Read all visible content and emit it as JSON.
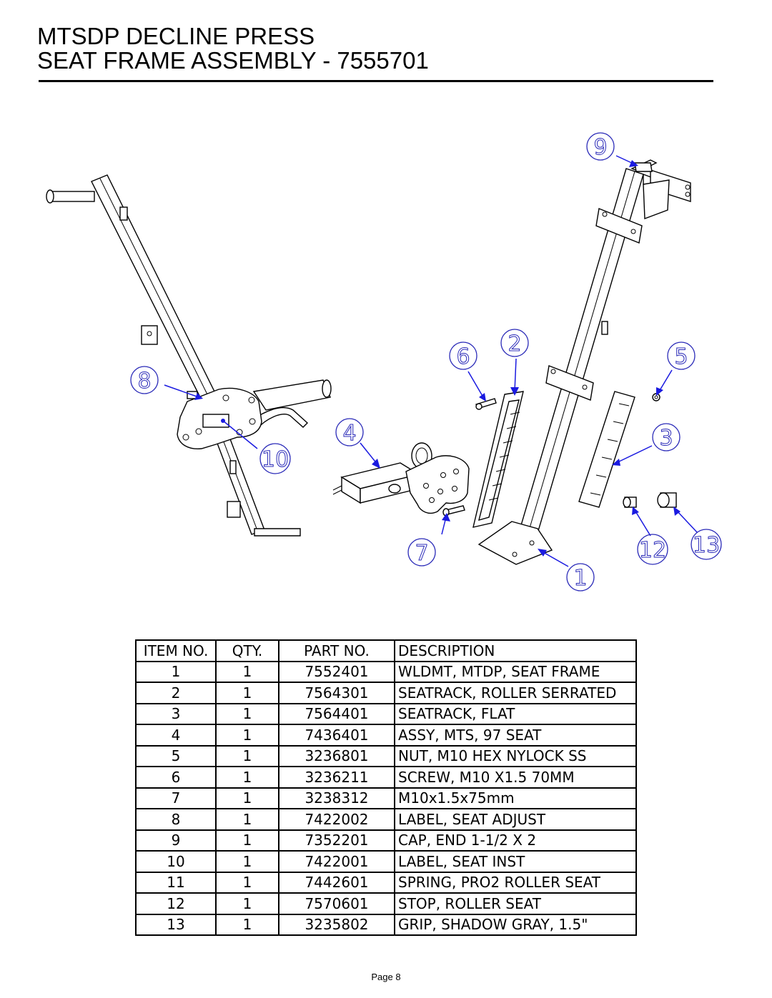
{
  "header": {
    "title_line1": "MTSDP DECLINE PRESS",
    "title_line2": "SEAT FRAME ASSEMBLY - 7555701"
  },
  "callouts": [
    "1",
    "2",
    "3",
    "4",
    "5",
    "6",
    "7",
    "8",
    "9",
    "10",
    "12",
    "13"
  ],
  "parts_table": {
    "headers": [
      "ITEM NO.",
      "QTY.",
      "PART NO.",
      "DESCRIPTION"
    ],
    "rows": [
      {
        "item": "1",
        "qty": "1",
        "part": "7552401",
        "desc": "WLDMT, MTDP, SEAT FRAME"
      },
      {
        "item": "2",
        "qty": "1",
        "part": "7564301",
        "desc": "SEATRACK, ROLLER SERRATED"
      },
      {
        "item": "3",
        "qty": "1",
        "part": "7564401",
        "desc": "SEATRACK, FLAT"
      },
      {
        "item": "4",
        "qty": "1",
        "part": "7436401",
        "desc": "ASSY, MTS, 97 SEAT"
      },
      {
        "item": "5",
        "qty": "1",
        "part": "3236801",
        "desc": "NUT, M10 HEX  NYLOCK SS"
      },
      {
        "item": "6",
        "qty": "1",
        "part": "3236211",
        "desc": "SCREW, M10 X1.5 70MM"
      },
      {
        "item": "7",
        "qty": "1",
        "part": "3238312",
        "desc": "M10x1.5x75mm"
      },
      {
        "item": "8",
        "qty": "1",
        "part": "7422002",
        "desc": "LABEL, SEAT ADJUST"
      },
      {
        "item": "9",
        "qty": "1",
        "part": "7352201",
        "desc": "CAP, END 1-1/2 X 2"
      },
      {
        "item": "10",
        "qty": "1",
        "part": "7422001",
        "desc": "LABEL, SEAT INST"
      },
      {
        "item": "11",
        "qty": "1",
        "part": "7442601",
        "desc": "SPRING, PRO2 ROLLER SEAT"
      },
      {
        "item": "12",
        "qty": "1",
        "part": "7570601",
        "desc": "STOP, ROLLER SEAT"
      },
      {
        "item": "13",
        "qty": "1",
        "part": "3235802",
        "desc": "GRIP, SHADOW GRAY, 1.5\""
      }
    ]
  },
  "footer": {
    "page_label": "Page 8"
  }
}
